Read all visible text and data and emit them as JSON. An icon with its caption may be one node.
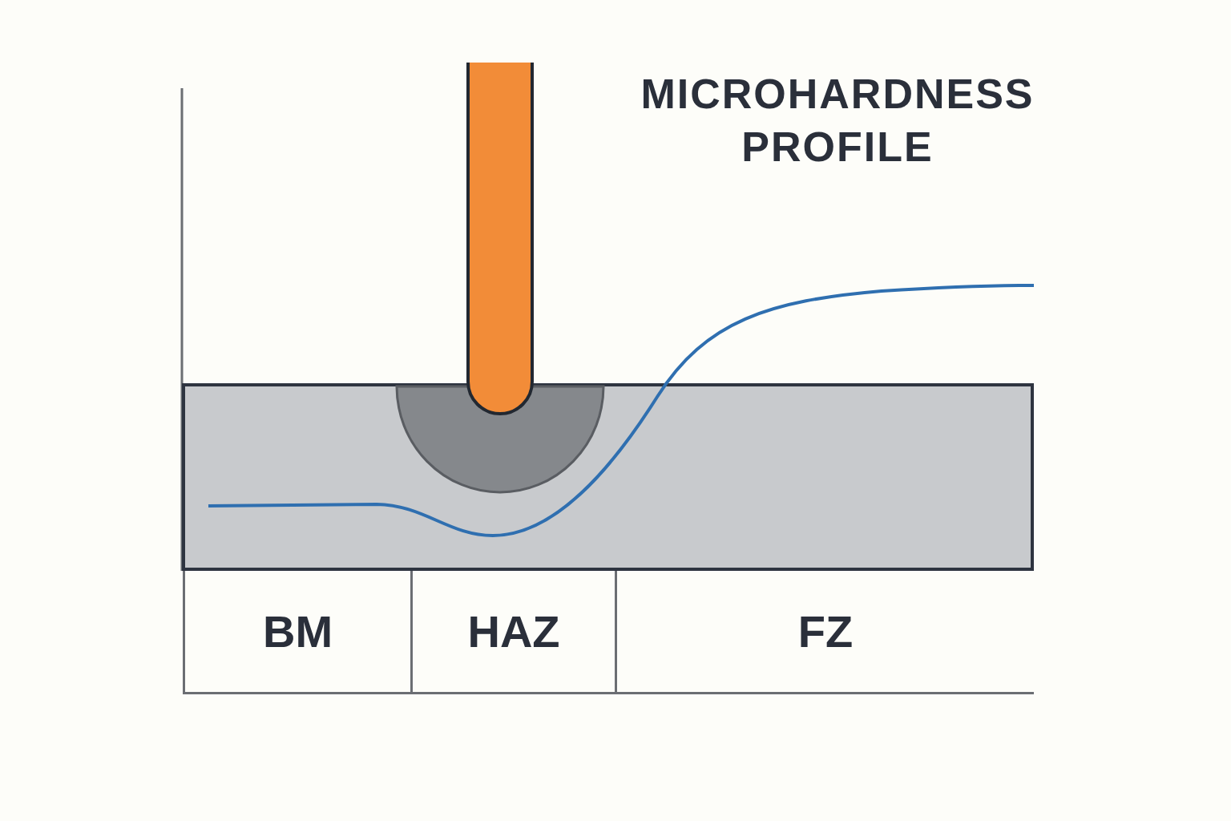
{
  "diagram": {
    "title": "MICROHARDNESS PROFILE",
    "nodes": [
      {
        "text": [
          "BM"
        ]
      },
      {
        "text": [
          "HAZ"
        ]
      },
      {
        "text": [
          "FZ"
        ]
      }
    ]
  }
}
